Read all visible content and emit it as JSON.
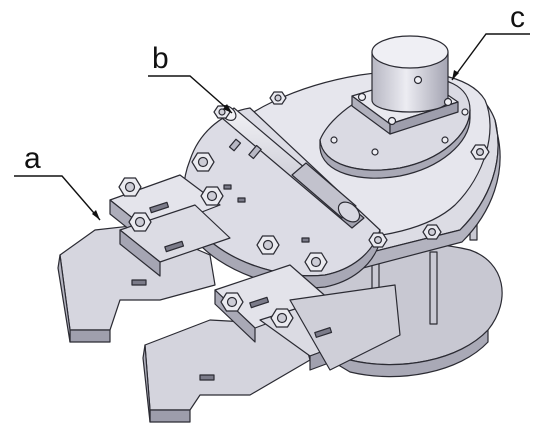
{
  "labels": {
    "a": "a",
    "b": "b",
    "c": "c"
  },
  "colors": {
    "line": "#2b2b33",
    "face": "#d3d3dc",
    "face_light": "#e6e6ed",
    "face_dark": "#a9a9b6",
    "background": "#ffffff"
  }
}
